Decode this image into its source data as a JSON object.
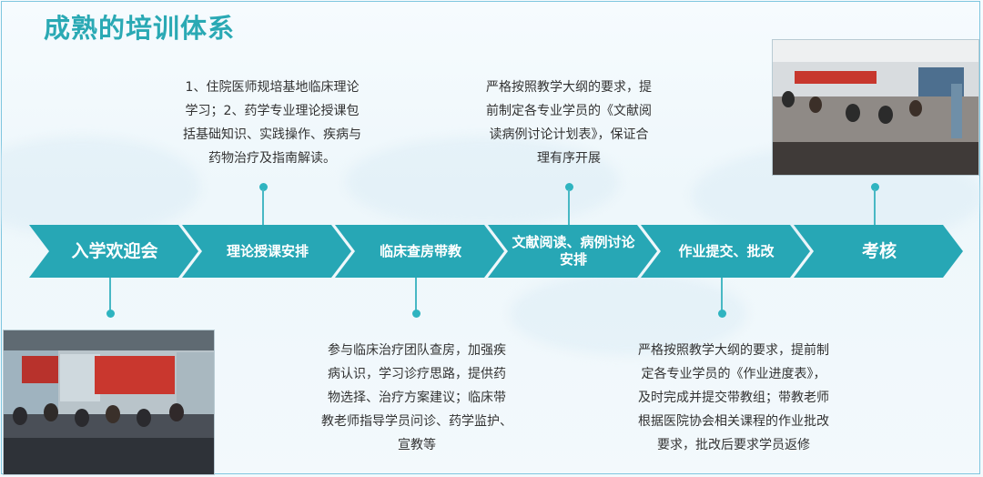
{
  "title": "成熟的培训体系",
  "steps": [
    {
      "label": "入学欢迎会"
    },
    {
      "label": "理论授课安排"
    },
    {
      "label": "临床查房带教"
    },
    {
      "label": "文献阅读、病例讨论安排"
    },
    {
      "label": "作业提交、批改"
    },
    {
      "label": "考核"
    }
  ],
  "descriptions": {
    "theory": "1、住院医师规培基地临床理论\n学习；2、药学专业理论授课包\n括基础知识、实践操作、疾病与\n药物治疗及指南解读。",
    "literature": "严格按照教学大纲的要求，提\n前制定各专业学员的《文献阅\n读病例讨论计划表》，保证合\n理有序开展",
    "rounds": "参与临床治疗团队查房，加强疾\n病认识，学习诊疗思路，提供药\n物选择、治疗方案建议；临床带\n教老师指导学员问诊、药学监护、\n宣教等",
    "homework": "严格按照教学大纲的要求，提前制\n定各专业学员的《作业进度表》，\n及时完成并提交带教组；带教老师\n根据医院协会相关课程的作业批改\n要求，批改后要求学员返修"
  },
  "colors": {
    "accent": "#27a7b5",
    "title": "#2aa9b4",
    "text": "#333333"
  }
}
